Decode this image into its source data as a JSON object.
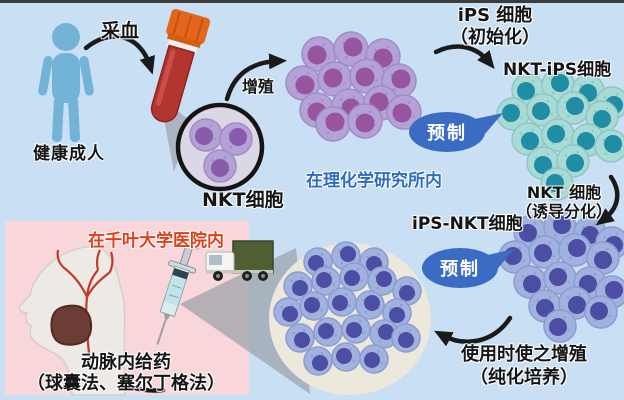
{
  "figure": {
    "title_context": "iPS-NKT cell therapy workflow diagram",
    "labels": {
      "blood_draw": "采血",
      "healthy_adult": "健康成人",
      "nkt_cells": "NKT细胞",
      "proliferation": "增殖",
      "ips_line1": "iPS 细胞",
      "ips_line2": "（初始化）",
      "nkt_ips_cells": "NKT-iPS细胞",
      "premade": "预制",
      "riken_site": "在理化学研究所内",
      "nkt_line1": "NKT 细胞",
      "nkt_line2": "（诱导分化）",
      "ips_nkt_cells": "iPS-NKT细胞",
      "expand_line1": "使用时使之增殖",
      "expand_line2": "（纯化培养）",
      "hospital_site": "在千叶大学医院内",
      "admin_line1": "动脉内给药",
      "admin_line2": "（球囊法、塞尔丁格法）"
    },
    "colors": {
      "background": "#c9dff4",
      "hospital_panel_pink": "#f8d6da",
      "bubble_blue": "#3a6cc4",
      "riken_text_blue": "#2e6cc2",
      "hospital_text_red": "#e04018",
      "person_blue": "#74b3d8",
      "tube_cap_orange": "#e2661c",
      "blood_red": "#b23530",
      "cell_purple_body": "#b4a2d6",
      "cell_purple_rim": "#9f8cc6",
      "cell_purple_nucleus": "#96559e",
      "cell_magnifier_nucleus": "#8a5bac",
      "cell_teal_body": "#a9dad5",
      "cell_teal_rim": "#8cc8c2",
      "cell_teal_nucleus": "#1f8da4",
      "cell_periwinkle_body": "#a2b2de",
      "cell_periwinkle_rim": "#8b9cd0",
      "cell_periwinkle_nucleus": "#4b4ea3",
      "dish_cream": "#ece8db",
      "arrow_black": "#1a1a1a",
      "truck_green": "#4f5f33",
      "tumor_brown": "#6b3d34",
      "artery_red": "#c23a2e"
    }
  }
}
